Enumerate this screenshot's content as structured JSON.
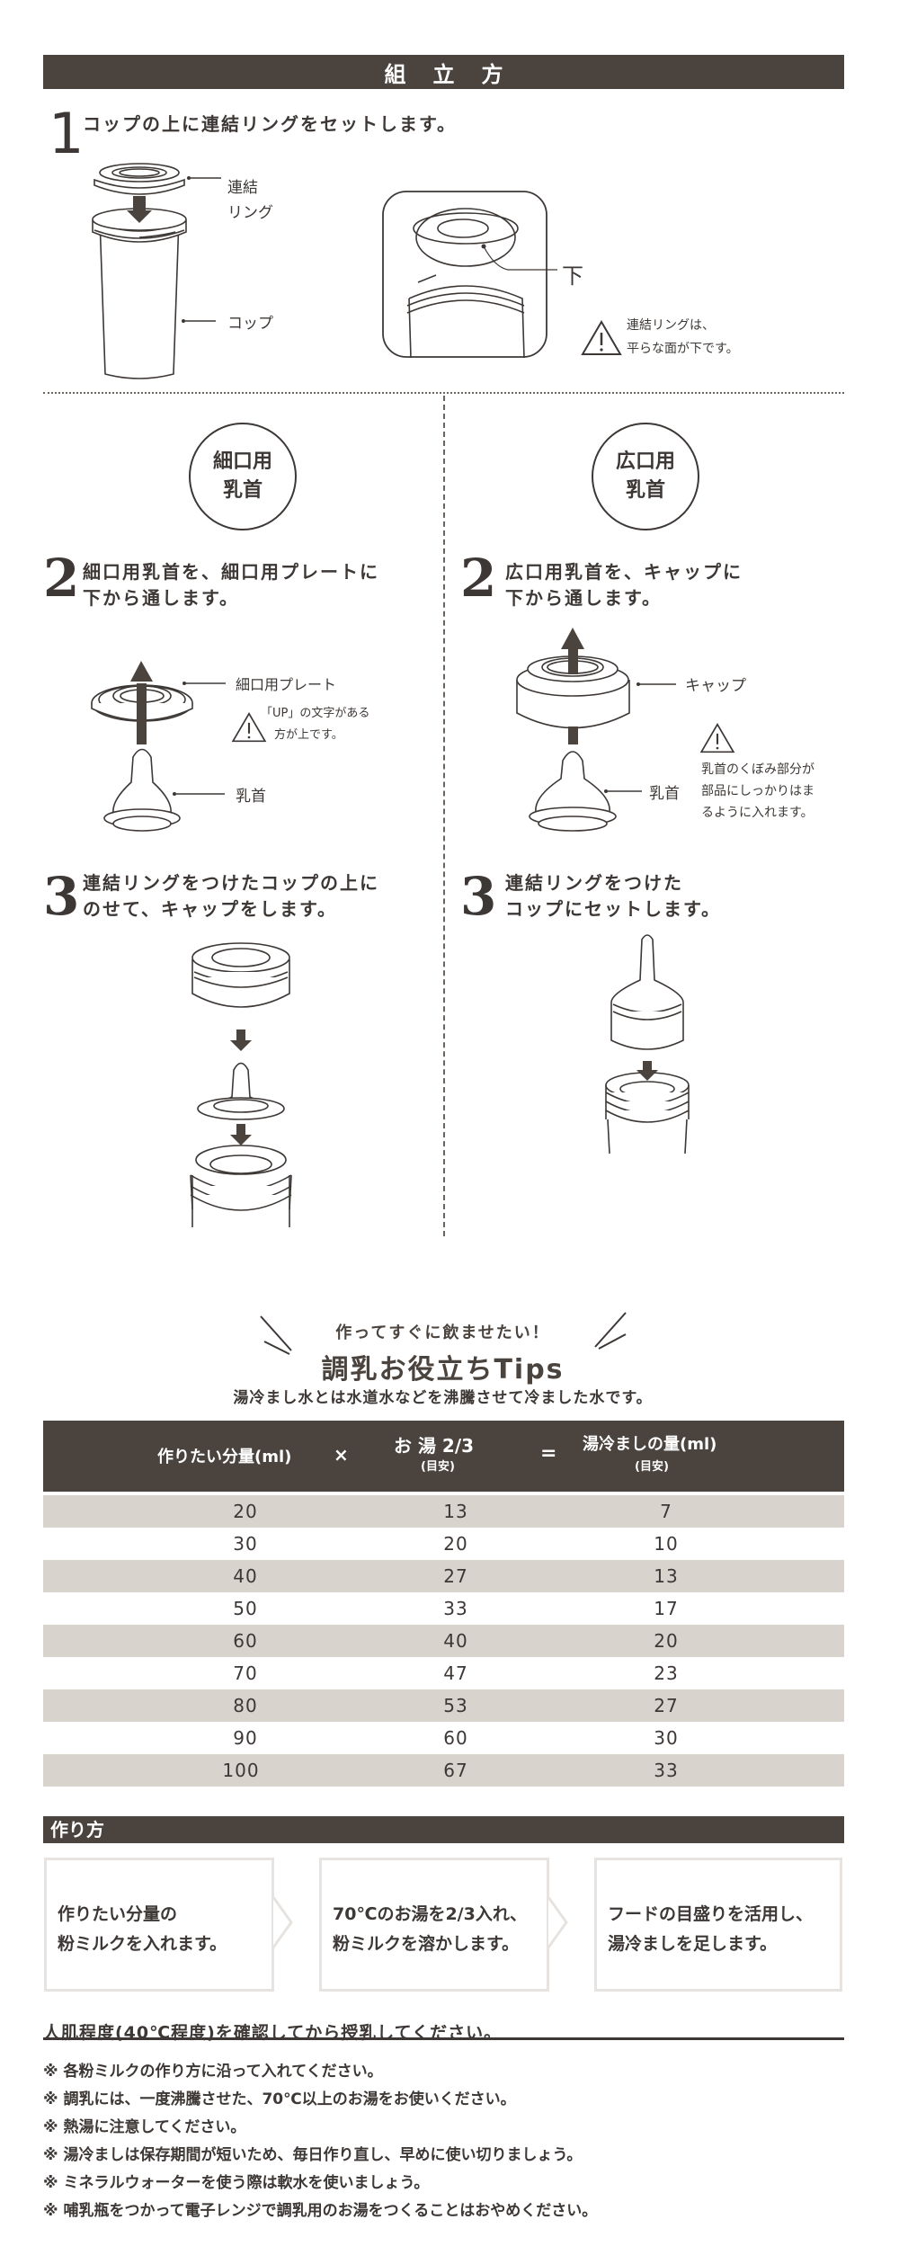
{
  "header": {
    "title": "組立方"
  },
  "colors": {
    "bar": "#4a433e",
    "row_shade": "#d9d3ce",
    "text": "#3d3835"
  },
  "step1": {
    "number": "1",
    "text": "コップの上に連結リングをセットします。",
    "labels": {
      "ring_line1": "連結",
      "ring_line2": "リング",
      "cup": "コップ",
      "bottom": "下"
    },
    "warning": {
      "line1": "連結リングは、",
      "line2": "平らな面が下です。"
    }
  },
  "narrow": {
    "badge": {
      "line1": "細口用",
      "line2": "乳首"
    },
    "step2": {
      "number": "2",
      "line1": "細口用乳首を、細口用プレートに",
      "line2": "下から通します。",
      "labels": {
        "plate": "細口用プレート",
        "nipple": "乳首"
      },
      "warning": {
        "line1": "「UP」の文字がある",
        "line2": "方が上です。"
      }
    },
    "step3": {
      "number": "3",
      "line1": "連結リングをつけたコップの上に",
      "line2": "のせて、キャップをします。"
    }
  },
  "wide": {
    "badge": {
      "line1": "広口用",
      "line2": "乳首"
    },
    "step2": {
      "number": "2",
      "line1": "広口用乳首を、キャップに",
      "line2": "下から通します。",
      "labels": {
        "cap": "キャップ",
        "nipple": "乳首"
      },
      "warning": {
        "line1": "乳首のくぼみ部分が",
        "line2": "部品にしっかりはま",
        "line3": "るように入れます。"
      }
    },
    "step3": {
      "number": "3",
      "line1": "連結リングをつけた",
      "line2": "コップにセットします。"
    }
  },
  "tips": {
    "subtitle": "作ってすぐに飲ませたい！",
    "title": "調乳お役立ちTips",
    "description": "湯冷まし水とは水道水などを沸騰させて冷ました水です。",
    "table": {
      "headers": {
        "amount": "作りたい分量(ml)",
        "times": "×",
        "hot_water": "お 湯 2/3",
        "hot_water_note": "(目安)",
        "equals": "=",
        "cool_water": "湯冷ましの量(ml)",
        "cool_water_note": "(目安)"
      },
      "rows": [
        [
          "20",
          "13",
          "7"
        ],
        [
          "30",
          "20",
          "10"
        ],
        [
          "40",
          "27",
          "13"
        ],
        [
          "50",
          "33",
          "17"
        ],
        [
          "60",
          "40",
          "20"
        ],
        [
          "70",
          "47",
          "23"
        ],
        [
          "80",
          "53",
          "27"
        ],
        [
          "90",
          "60",
          "30"
        ],
        [
          "100",
          "67",
          "33"
        ]
      ]
    }
  },
  "howto": {
    "title": "作り方",
    "steps": [
      {
        "line1": "作りたい分量の",
        "line2": "粉ミルクを入れます。"
      },
      {
        "line1": "70℃のお湯を2/3入れ、",
        "line2": "粉ミルクを溶かします。"
      },
      {
        "line1": "フードの目盛りを活用し、",
        "line2": "湯冷ましを足します。"
      }
    ],
    "confirm": "人肌程度(40℃程度)を確認してから授乳してください。",
    "notes": [
      "※ 各粉ミルクの作り方に沿って入れてください。",
      "※ 調乳には、一度沸騰させた、70℃以上のお湯をお使いください。",
      "※ 熱湯に注意してください。",
      "※ 湯冷ましは保存期間が短いため、毎日作り直し、早めに使い切りましょう。",
      "※ ミネラルウォーターを使う際は軟水を使いましょう。",
      "※ 哺乳瓶をつかって電子レンジで調乳用のお湯をつくることはおやめください。"
    ]
  }
}
